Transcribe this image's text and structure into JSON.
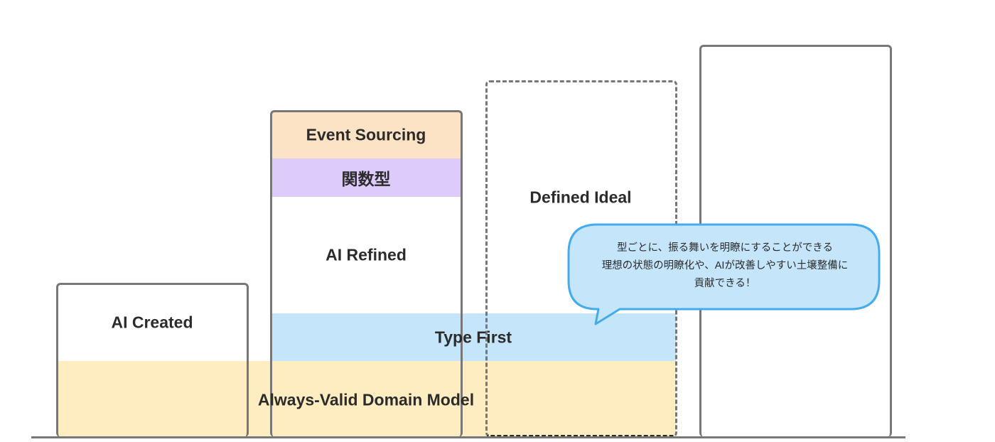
{
  "columns": {
    "ai_created": {
      "label": "AI Created"
    },
    "ai_refined": {
      "label": "AI Refined",
      "layers": {
        "event_sourcing": "Event Sourcing",
        "functional": "関数型"
      }
    },
    "defined_ideal": {
      "label": "Defined Ideal"
    }
  },
  "bands": {
    "type_first": "Type First",
    "always_valid": "Always-Valid Domain Model"
  },
  "callout": {
    "lines": [
      "型ごとに、振る舞いを明瞭にすることができる",
      "理想の状態の明瞭化や、AIが改善しやすい土壌整備に",
      "貢献できる！"
    ]
  },
  "colors": {
    "outline": "#777777",
    "event_sourcing": "#fde3c6",
    "functional": "#ddcbfb",
    "type_first": "#c5e5fb",
    "always_valid": "#fdedc0",
    "callout_fill": "#c5e5fb",
    "callout_stroke": "#44acec"
  }
}
